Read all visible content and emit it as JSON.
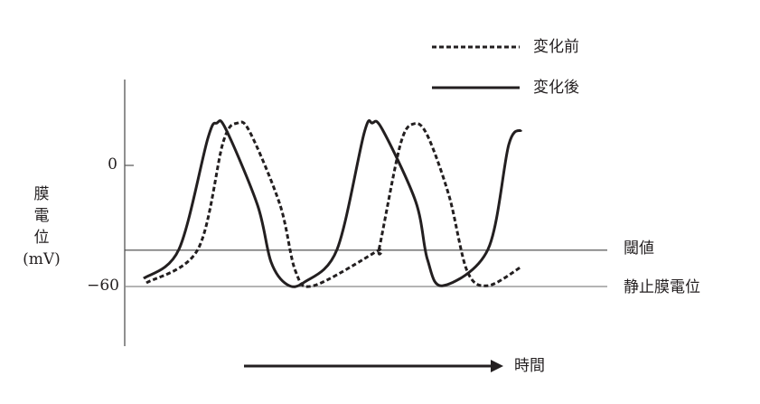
{
  "chart_data": {
    "type": "line",
    "title": "",
    "ylabel_chars": [
      "膜",
      "電",
      "位"
    ],
    "ylabel_unit": "(mV)",
    "xlabel": "時間",
    "yticks": [
      {
        "value": 0,
        "label": "0"
      },
      {
        "value": -60,
        "label": "−60"
      }
    ],
    "ylim": [
      -90,
      43
    ],
    "xlim": [
      0,
      440
    ],
    "reference_lines": [
      {
        "name": "threshold",
        "label": "閾値",
        "value": -42
      },
      {
        "name": "resting-potential",
        "label": "静止膜電位",
        "value": -60
      }
    ],
    "legend": {
      "placement": "top-right"
    },
    "series": [
      {
        "name": "変化前",
        "style": "dotted",
        "points": [
          [
            24,
            -58.2
          ],
          [
            81,
            -41.6
          ],
          [
            109,
            11.6
          ],
          [
            125,
            21
          ],
          [
            139,
            16.1
          ],
          [
            172,
            -19.7
          ],
          [
            189,
            -52.4
          ],
          [
            209,
            -59.6
          ],
          [
            279,
            -42.5
          ],
          [
            282,
            -40.3
          ],
          [
            305,
            10.3
          ],
          [
            320,
            20.6
          ],
          [
            335,
            14.8
          ],
          [
            359,
            -15.2
          ],
          [
            379,
            -52.4
          ],
          [
            402,
            -59.6
          ],
          [
            439,
            -50.2
          ]
        ]
      },
      {
        "name": "変化後",
        "style": "solid",
        "points": [
          [
            21,
            -56
          ],
          [
            60,
            -41.6
          ],
          [
            92,
            13.4
          ],
          [
            102,
            21
          ],
          [
            112,
            17.9
          ],
          [
            147,
            -19.7
          ],
          [
            162,
            -47.9
          ],
          [
            180,
            -59.1
          ],
          [
            199,
            -57.8
          ],
          [
            235,
            -41.6
          ],
          [
            265,
            16.1
          ],
          [
            274,
            21
          ],
          [
            285,
            17.9
          ],
          [
            322,
            -17.9
          ],
          [
            335,
            -46.6
          ],
          [
            352,
            -59.6
          ],
          [
            402,
            -41.6
          ],
          [
            425,
            10.3
          ],
          [
            439,
            17.5
          ]
        ]
      }
    ]
  }
}
